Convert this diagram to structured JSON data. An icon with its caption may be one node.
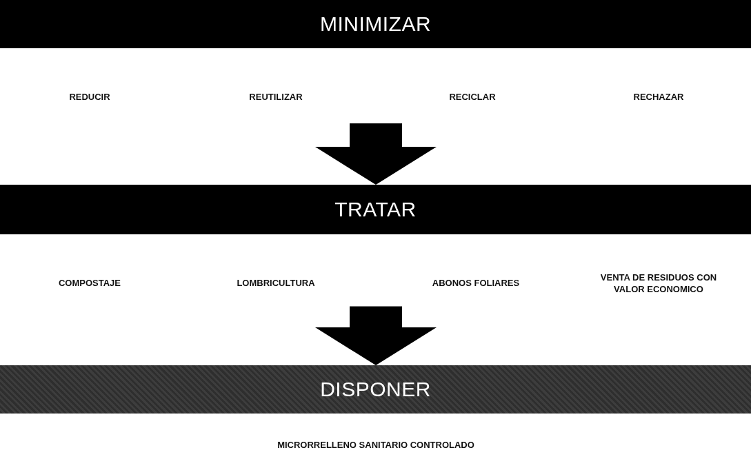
{
  "diagram": {
    "nodes": [
      {
        "text": [
          "MINIMIZAR"
        ]
      },
      {
        "text": [
          "TRATAR"
        ]
      },
      {
        "text": [
          "DISPONER"
        ]
      }
    ],
    "edges": [
      {
        "from": 0,
        "to": 1,
        "arrow": "to",
        "style": "thick"
      },
      {
        "from": 1,
        "to": 2,
        "arrow": "to",
        "style": "thick"
      }
    ],
    "labels": [
      "REDUCIR",
      "REUTILIZAR",
      "RECICLAR",
      "RECHAZAR",
      "COMPOSTAJE",
      "LOMBRICULTURA",
      "ABONOS FOLIARES",
      "VENTA DE RESIDUOS CON VALOR ECONOMICO",
      "MICRORRELLENO SANITARIO CONTROLADO"
    ]
  }
}
